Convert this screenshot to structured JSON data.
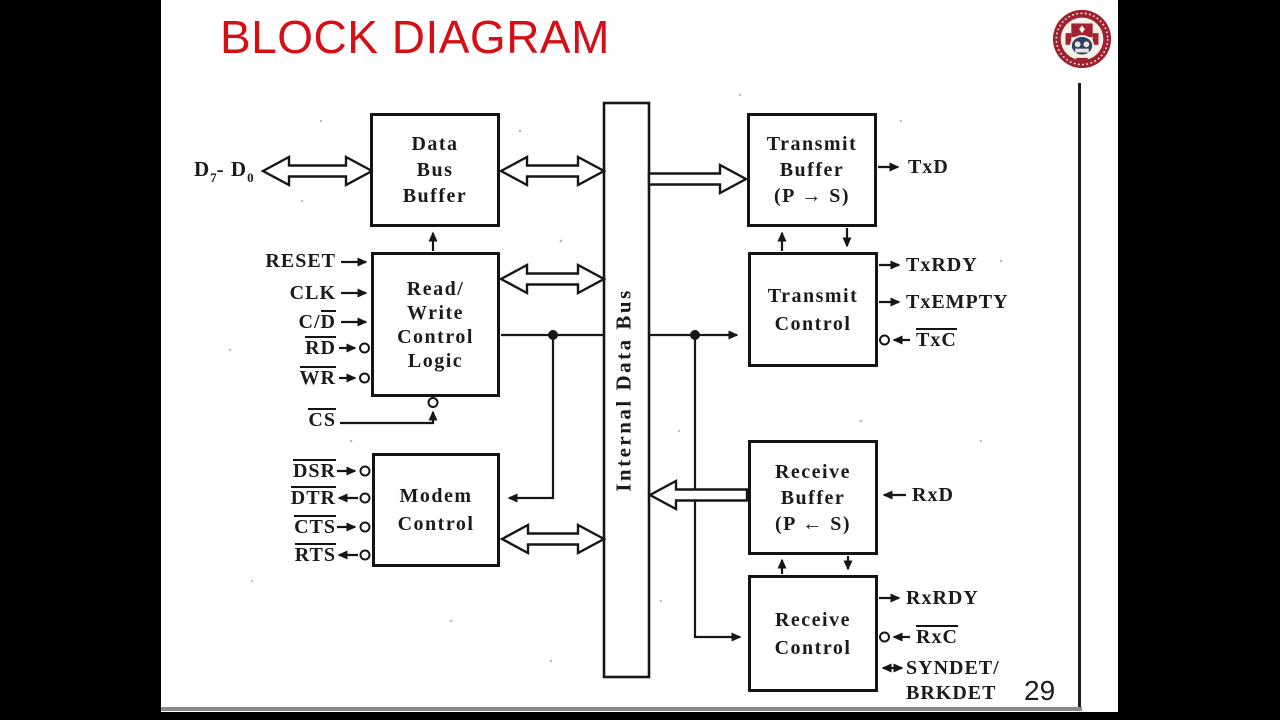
{
  "title": "BLOCK DIAGRAM",
  "page_number": "29",
  "accent_color": "#d41016",
  "diagram": {
    "bus_label": "Internal Data Bus",
    "boxes": {
      "data_bus_buffer": {
        "lines": [
          "Data",
          "Bus",
          "Buffer"
        ]
      },
      "read_write_control": {
        "lines": [
          "Read/",
          "Write",
          "Control",
          "Logic"
        ]
      },
      "modem_control": {
        "lines": [
          "Modem",
          "Control"
        ]
      },
      "transmit_buffer": {
        "lines": [
          "Transmit",
          "Buffer",
          "(P → S)"
        ]
      },
      "transmit_control": {
        "lines": [
          "Transmit",
          "Control"
        ]
      },
      "receive_buffer": {
        "lines": [
          "Receive",
          "Buffer",
          "(P ← S)"
        ]
      },
      "receive_control": {
        "lines": [
          "Receive",
          "Control"
        ]
      }
    },
    "signals": {
      "data_bus_base1": "D",
      "data_bus_sub1": "7",
      "data_bus_sep": "- ",
      "data_bus_base2": "D",
      "data_bus_sub2": "0",
      "reset": "RESET",
      "clk": "CLK",
      "c_d_pre": "C/",
      "c_d_over": "D",
      "rd": "RD",
      "wr": "WR",
      "cs": "CS",
      "dsr": "DSR",
      "dtr": "DTR",
      "cts": "CTS",
      "rts": "RTS",
      "txd": "TxD",
      "txrdy": "TxRDY",
      "txempty": "TxEMPTY",
      "txc": "TxC",
      "rxd": "RxD",
      "rxrdy": "RxRDY",
      "rxc": "RxC",
      "syndet": "SYNDET/",
      "brkdet": "BRKDET"
    }
  }
}
